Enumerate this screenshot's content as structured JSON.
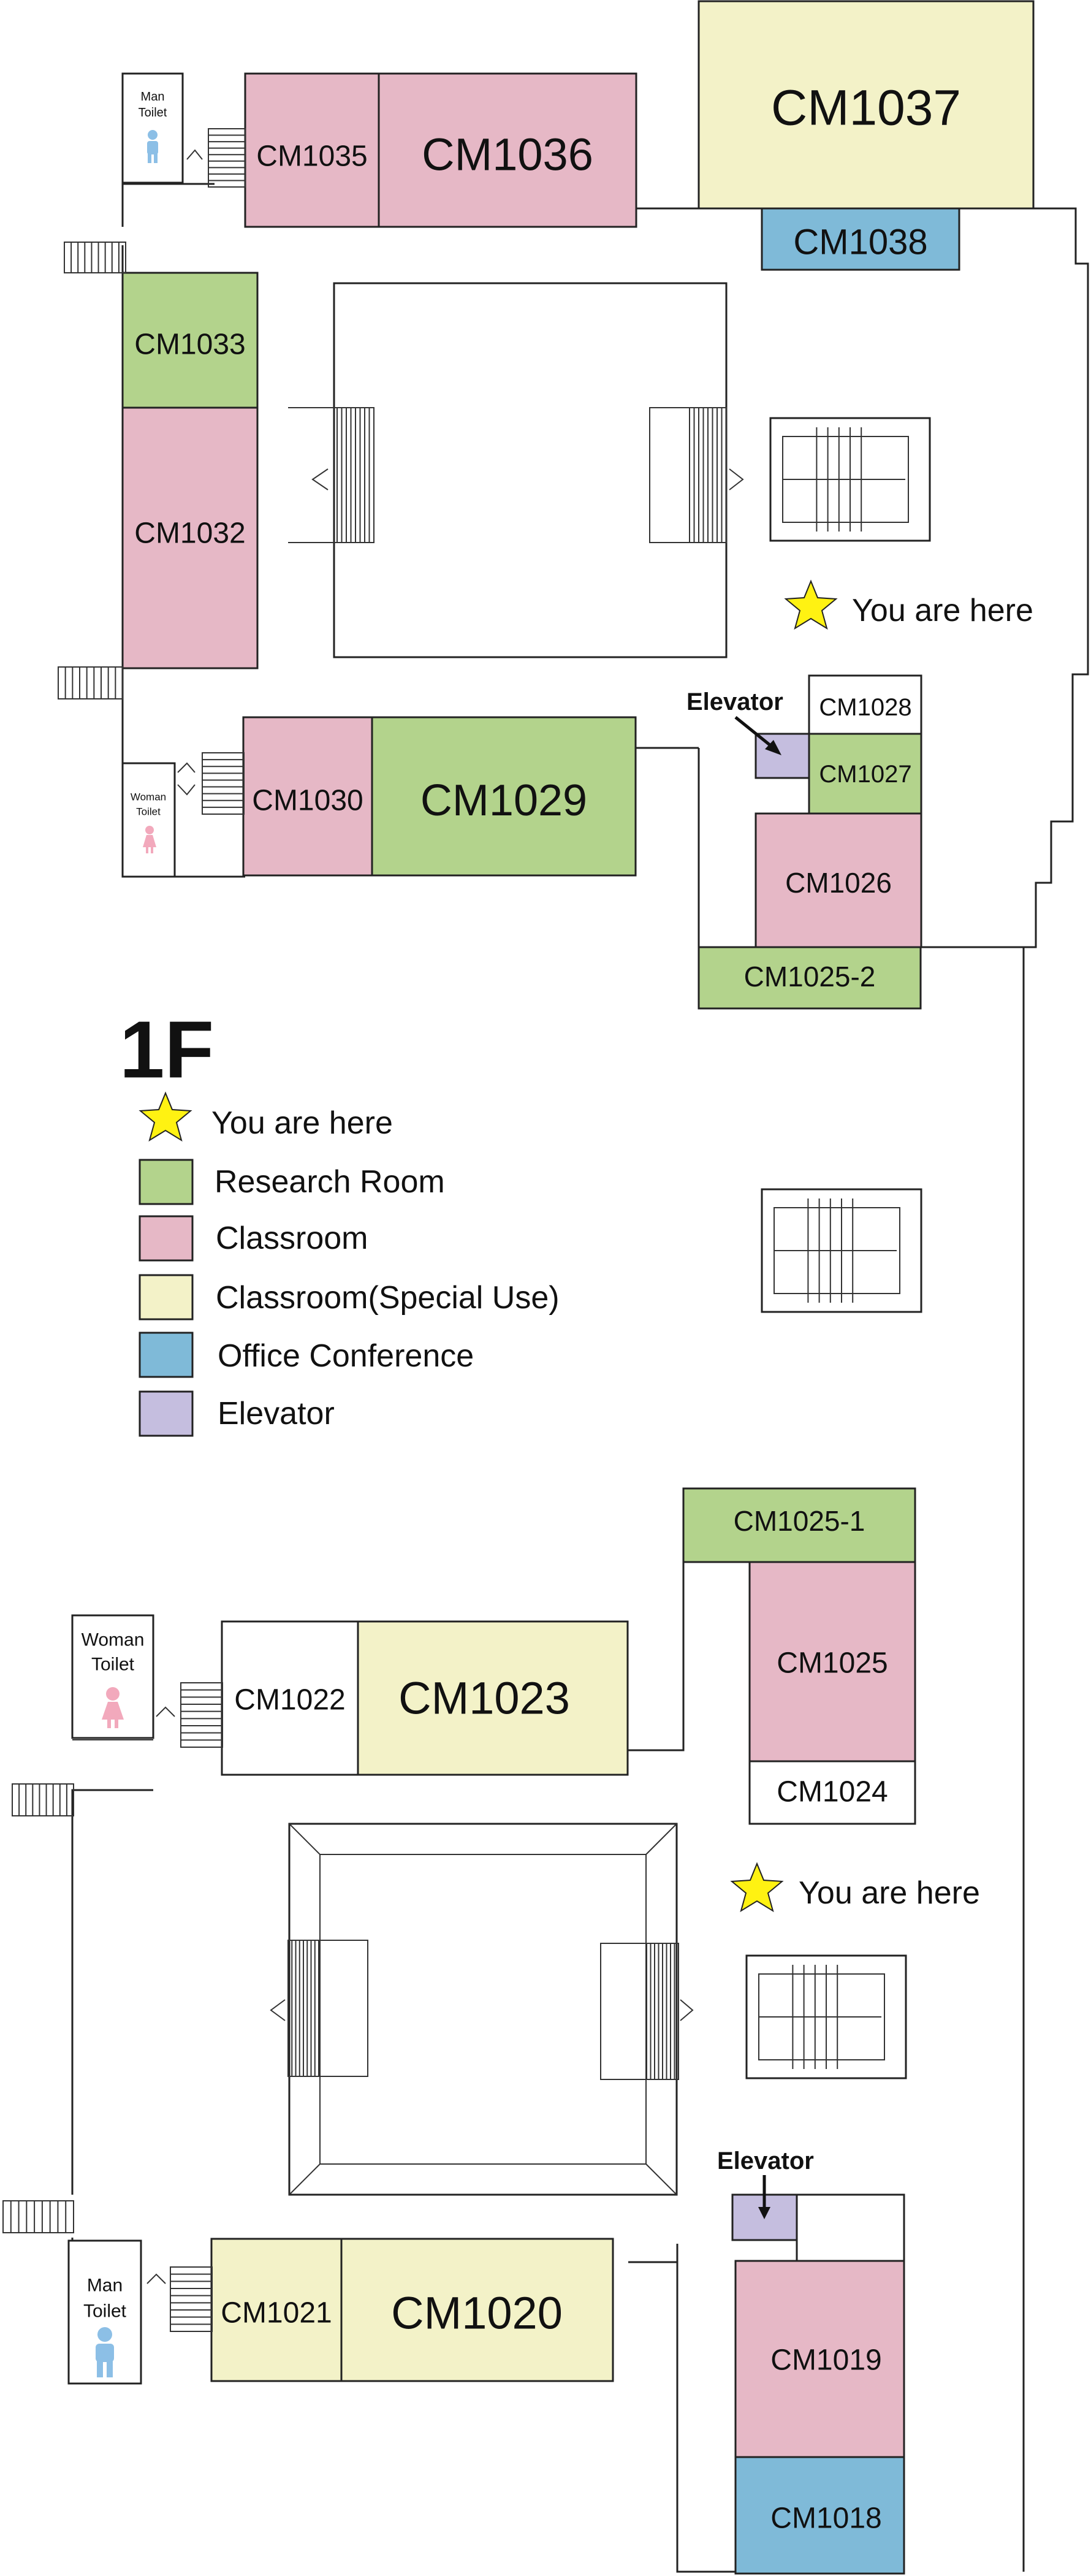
{
  "floor_label": "1F",
  "colors": {
    "research": "#b3d38c",
    "classroom": "#e6b8c6",
    "special": "#f3f2c8",
    "office": "#7fbad8",
    "elevator": "#c5bedf",
    "plain": "#ffffff",
    "star": "#fff212"
  },
  "icon_colors": {
    "man": "#8cbfe6",
    "woman": "#f2a9bc"
  },
  "legend": [
    {
      "icon": "star-icon",
      "label": "You are here"
    },
    {
      "swatch": "research",
      "label": "Research Room"
    },
    {
      "swatch": "classroom",
      "label": "Classroom"
    },
    {
      "swatch": "special",
      "label": "Classroom(Special Use)"
    },
    {
      "swatch": "office",
      "label": "Office Conference"
    },
    {
      "swatch": "elevator",
      "label": "Elevator"
    }
  ],
  "rooms": [
    {
      "id": "CM1035",
      "type": "classroom"
    },
    {
      "id": "CM1036",
      "type": "classroom"
    },
    {
      "id": "CM1037",
      "type": "special"
    },
    {
      "id": "CM1038",
      "type": "office"
    },
    {
      "id": "CM1033",
      "type": "research"
    },
    {
      "id": "CM1032",
      "type": "classroom"
    },
    {
      "id": "CM1030",
      "type": "classroom"
    },
    {
      "id": "CM1029",
      "type": "research"
    },
    {
      "id": "CM1028",
      "type": "plain"
    },
    {
      "id": "CM1027",
      "type": "research"
    },
    {
      "id": "CM1026",
      "type": "classroom"
    },
    {
      "id": "CM1025-2",
      "type": "research"
    },
    {
      "id": "CM1025-1",
      "type": "research"
    },
    {
      "id": "CM1025",
      "type": "classroom"
    },
    {
      "id": "CM1024",
      "type": "plain"
    },
    {
      "id": "CM1022",
      "type": "plain"
    },
    {
      "id": "CM1023",
      "type": "special"
    },
    {
      "id": "CM1021",
      "type": "special"
    },
    {
      "id": "CM1020",
      "type": "special"
    },
    {
      "id": "CM1019",
      "type": "classroom"
    },
    {
      "id": "CM1018",
      "type": "office"
    }
  ],
  "toilets": {
    "top_man": [
      "Man",
      "Toilet"
    ],
    "top_woman": [
      "Woman",
      "Toilet"
    ],
    "bottom_woman": [
      "Woman",
      "Toilet"
    ],
    "bottom_man": [
      "Man",
      "Toilet"
    ]
  },
  "markers": {
    "top_you_are_here": "You are here",
    "bottom_you_are_here": "You are here",
    "top_elevator": "Elevator",
    "bottom_elevator": "Elevator"
  }
}
